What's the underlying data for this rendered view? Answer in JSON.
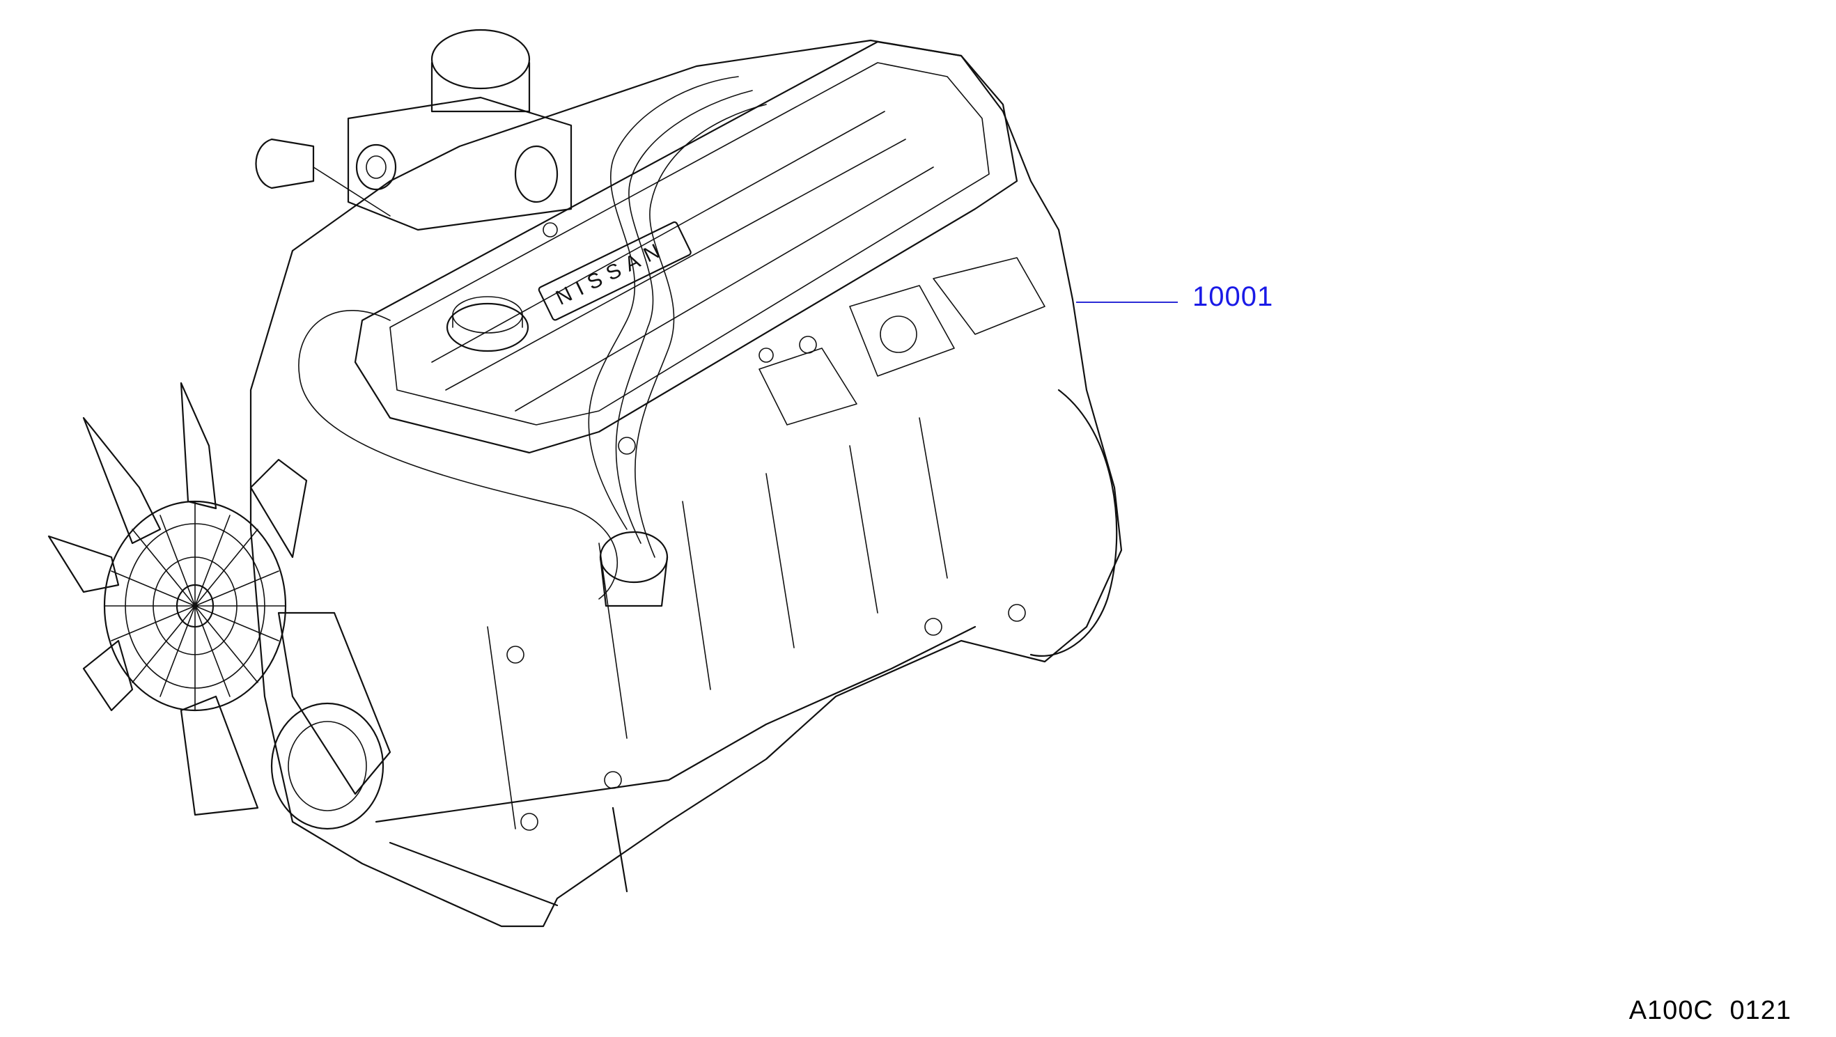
{
  "diagram": {
    "callouts": [
      {
        "part_number": "10001",
        "color": "#1a1ae6"
      }
    ],
    "valve_cover_logo": "NISSAN",
    "figure_code": "A100C  0121"
  }
}
